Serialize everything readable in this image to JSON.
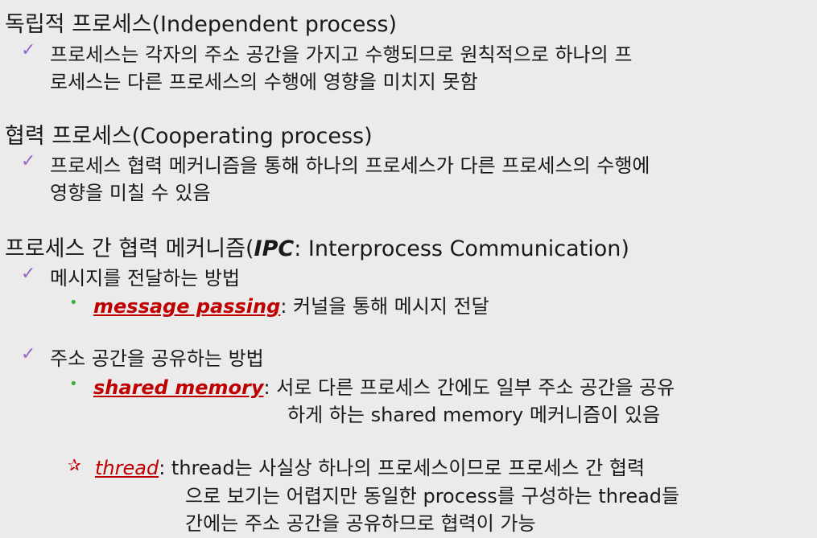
{
  "section1": {
    "heading": "독립적 프로세스(Independent process)",
    "bullet1_line1": "프로세스는 각자의 주소 공간을  가지고 수행되므로 원칙적으로 하나의 프",
    "bullet1_line2": "로세스는 다른 프로세스의 수행에 영향을 미치지 못함"
  },
  "section2": {
    "heading": "협력 프로세스(Cooperating process)",
    "bullet1_line1": "프로세스 협력 메커니즘을 통해 하나의 프로세스가 다른 프로세스의 수행에",
    "bullet1_line2": "영향을 미칠 수 있음"
  },
  "section3": {
    "heading_prefix": "프로세스 간 협력 메커니즘(",
    "heading_ipc": "IPC",
    "heading_suffix": ": Interprocess Communication)",
    "method1": "메시지를 전달하는 방법",
    "method1_term": "message passing",
    "method1_desc": ":  커널을 통해 메시지 전달",
    "method2": "주소 공간을 공유하는 방법",
    "method2_term": "shared memory",
    "method2_desc_line1": ":  서로 다른 프로세스 간에도 일부 주소 공간을 공유",
    "method2_desc_line2": "하게 하는 shared memory 메커니즘이 있음",
    "thread_term": "thread",
    "thread_line1": ":  thread는 사실상 하나의 프로세스이므로 프로세스 간 협력",
    "thread_line2": "으로 보기는 어렵지만 동일한 process를 구성하는 thread들",
    "thread_line3": "간에는 주소 공간을 공유하므로 협력이 가능"
  },
  "icons": {
    "check": "✓",
    "dot": "•",
    "star": "✰"
  },
  "colors": {
    "background": "#ebebeb",
    "check": "#9a64c8",
    "dot": "#38b238",
    "emphasis": "#c00000"
  }
}
